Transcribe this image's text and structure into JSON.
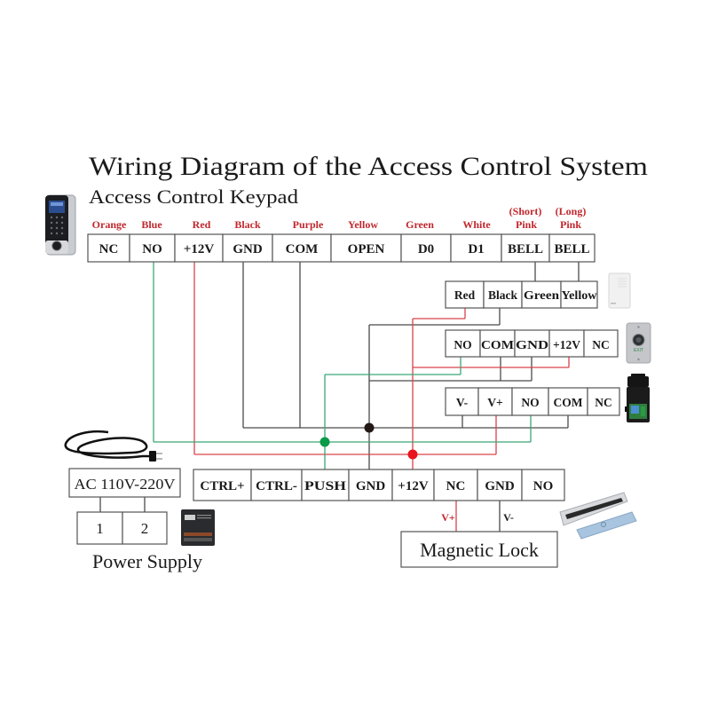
{
  "title": "Wiring Diagram of the Access Control System",
  "colors": {
    "label_red": "#c1272d",
    "wire_red": "#d9434b",
    "wire_green": "#3aa876",
    "wire_black": "#4a4a4a",
    "dot_red": "#e8141e",
    "dot_green": "#0a9a48",
    "dot_black": "#231815"
  },
  "keypad": {
    "label": "Access Control Keypad",
    "bell_notes": [
      "(Short)",
      "(Long)"
    ],
    "terminals": [
      {
        "wire": "Orange",
        "name": "NC"
      },
      {
        "wire": "Blue",
        "name": "NO"
      },
      {
        "wire": "Red",
        "name": "+12V"
      },
      {
        "wire": "Black",
        "name": "GND"
      },
      {
        "wire": "Purple",
        "name": "COM"
      },
      {
        "wire": "Yellow",
        "name": "OPEN"
      },
      {
        "wire": "Green",
        "name": "D0"
      },
      {
        "wire": "White",
        "name": "D1"
      },
      {
        "wire": "Pink",
        "name": "BELL"
      },
      {
        "wire": "Pink",
        "name": "BELL"
      }
    ]
  },
  "doorbell": {
    "terminals": [
      "Red",
      "Black",
      "Green",
      "Yellow"
    ]
  },
  "exit_button": {
    "terminals": [
      "NO",
      "COM",
      "GND",
      "+12V",
      "NC"
    ],
    "icon_text": "EXIT"
  },
  "remote_receiver": {
    "terminals": [
      "V-",
      "V+",
      "NO",
      "COM",
      "NC"
    ]
  },
  "controller": {
    "terminals": [
      "CTRL+",
      "CTRL-",
      "PUSH",
      "GND",
      "+12V",
      "NC",
      "GND",
      "NO"
    ]
  },
  "magnetic_lock": {
    "label": "Magnetic Lock",
    "wire_labels": [
      "V+",
      "V-"
    ]
  },
  "power_supply": {
    "input_label": "AC 110V-220V",
    "terminals": [
      "1",
      "2"
    ],
    "label": "Power Supply"
  }
}
